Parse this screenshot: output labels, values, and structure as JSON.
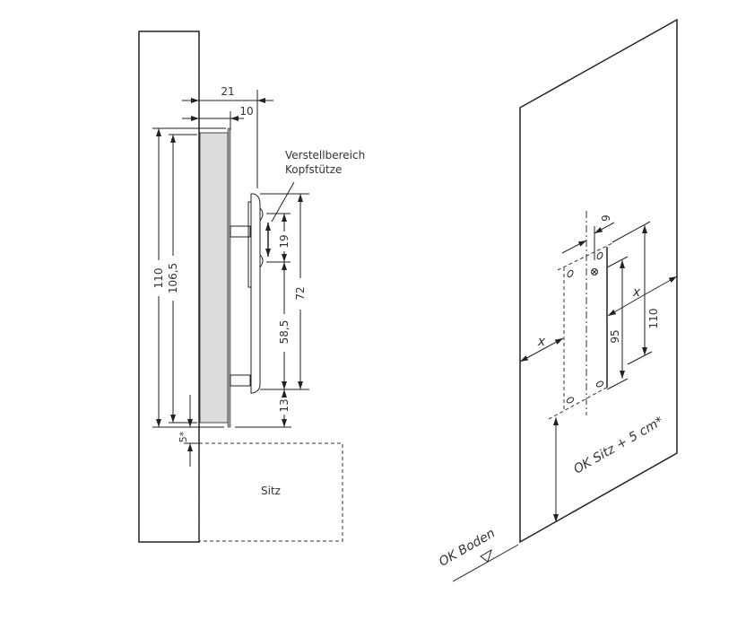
{
  "side_view": {
    "dim_depth_total": "21",
    "dim_depth_panel": "10",
    "dim_height_total": "110",
    "dim_height_panel": "106,5",
    "dim_gap_seat": "5*",
    "dim_adjust_range": "19",
    "dim_headrest_low": "58,5",
    "dim_headrest_top": "72",
    "dim_bottom_offset": "13",
    "label_adjust_line1": "Verstellbereich",
    "label_adjust_line2": "Kopfstütze",
    "label_seat": "Sitz"
  },
  "mount_view": {
    "dim_offset": "9",
    "dim_x_left": "x",
    "dim_x_right": "x",
    "dim_95": "95",
    "dim_110": "110",
    "label_seat_height": "OK Sitz + 5 cm*",
    "label_floor": "OK Boden"
  }
}
